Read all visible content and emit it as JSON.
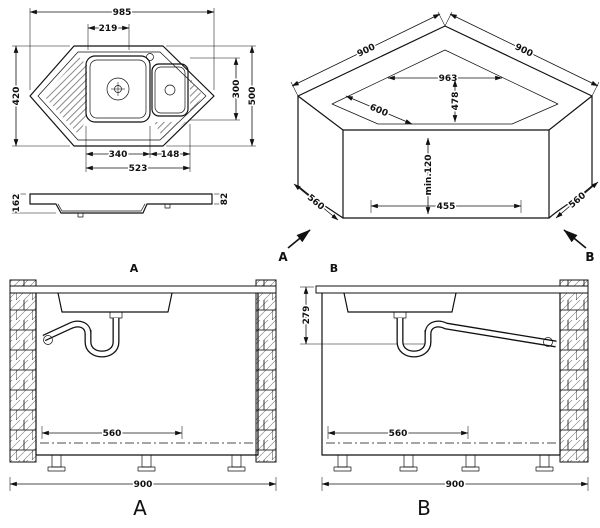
{
  "plan_view": {
    "dim_overall_width": "985",
    "dim_tap_offset": "219",
    "dim_left_depth": "420",
    "dim_bowl_depth": "300",
    "dim_right_depth": "500",
    "dim_main_bowl_width": "340",
    "dim_half_bowl_width": "148",
    "dim_bowls_total_width": "523"
  },
  "profile_view": {
    "dim_bowl_height": "162",
    "dim_edge_height": "82"
  },
  "iso_view": {
    "dim_left_wall_edge": "900",
    "dim_right_wall_edge": "900",
    "dim_cutout_width": "963",
    "dim_cutout_depth": "478",
    "dim_front_cutout_edge": "600",
    "dim_min_clearance": "min.120",
    "dim_front_panel_width": "455",
    "dim_left_panel_depth": "560",
    "dim_right_panel_depth": "560",
    "label_section_a": "A",
    "label_section_b": "B"
  },
  "section_a": {
    "title": "A",
    "dim_inner_width": "560",
    "dim_overall_width": "900",
    "caption": "A"
  },
  "section_b": {
    "title": "B",
    "dim_trap_height": "279",
    "dim_inner_width": "560",
    "dim_overall_width": "900",
    "caption": "B"
  }
}
